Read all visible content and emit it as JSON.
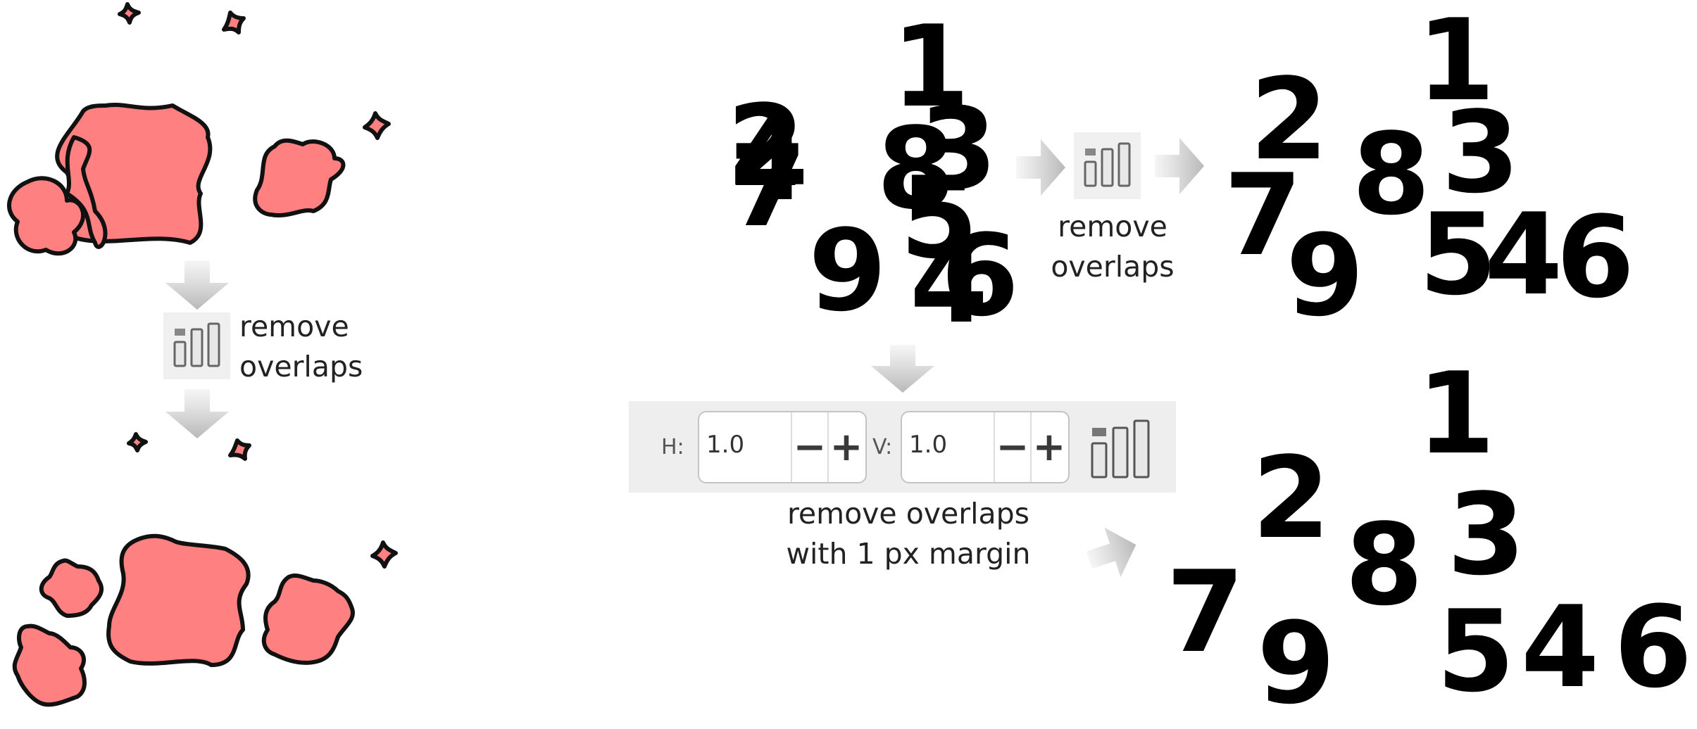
{
  "captions": {
    "left": [
      "remove",
      "overlaps"
    ],
    "top": [
      "remove",
      "overlaps"
    ],
    "bottom": [
      "remove overlaps",
      "with 1 px margin"
    ]
  },
  "panel": {
    "h_label": "H:",
    "h_value": "1.0",
    "v_label": "V:",
    "v_value": "1.0",
    "minus": "−",
    "plus": "+"
  },
  "digits": {
    "before": [
      "1",
      "2",
      "7",
      "4",
      "8",
      "3",
      "5",
      "4",
      "6",
      "9"
    ],
    "after": [
      "1",
      "2",
      "7",
      "9",
      "8",
      "3",
      "5",
      "4",
      "6"
    ],
    "margin": [
      "1",
      "2",
      "7",
      "9",
      "8",
      "3",
      "5",
      "4",
      "6"
    ]
  },
  "icons": {
    "tool": "remove-overlaps-icon",
    "arrow": "arrow-icon"
  },
  "colors": {
    "blob_fill": "#ff8080",
    "blob_stroke": "#111111",
    "arrow": "#c0c0c0",
    "digit": "#000000"
  }
}
